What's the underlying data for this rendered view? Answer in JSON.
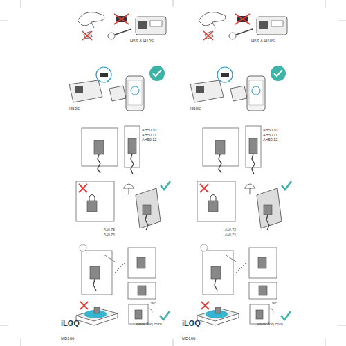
{
  "diagram": {
    "labels": [
      "H5S & H10S",
      "H50S",
      "AH50.10",
      "AH50.11",
      "AH50.12",
      "A10.73",
      "A10.74",
      "90°",
      "iLOQ",
      "www.iloq.com",
      "MD166",
      "H5S & H10S",
      "H50S",
      "AH50.10",
      "AH50.11",
      "AH50.12",
      "A10.73",
      "A10.74",
      "90°",
      "iLOQ",
      "www.iloq.com",
      "MD166"
    ]
  }
}
